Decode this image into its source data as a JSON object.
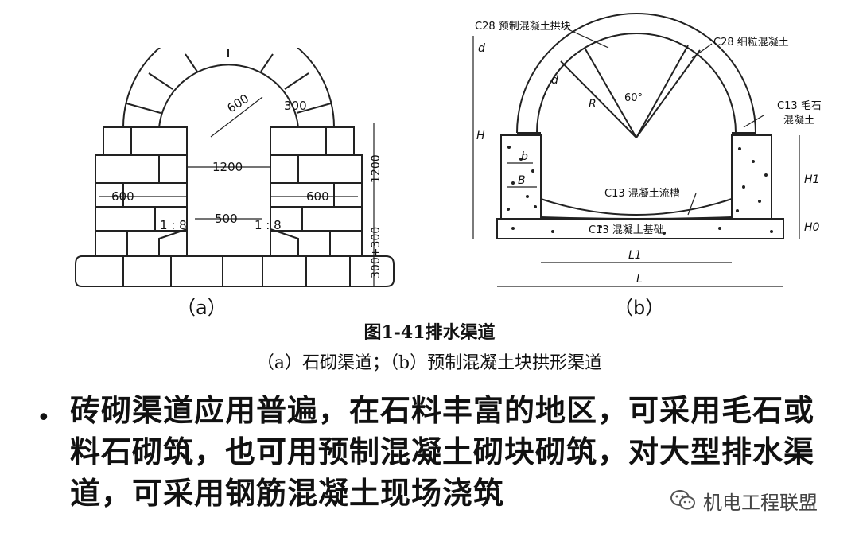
{
  "figure_a": {
    "dims": {
      "radius_600": "600",
      "arch_300": "300",
      "width_1200": "1200",
      "wall_left_600": "600",
      "wall_right_600": "600",
      "slope_left": "1 : 8",
      "slope_right": "1 : 8",
      "bottom_500": "500",
      "height_1200": "1200",
      "height_300_300": "300+300"
    },
    "sublabel": "（a）"
  },
  "figure_b": {
    "labels": {
      "top_block": "C28 预制混凝土拱块",
      "fine_concrete": "C28 细粒混凝土",
      "rubble_1": "C13 毛石",
      "rubble_2": "混凝土",
      "trough": "C13 混凝土流槽",
      "foundation": "C13 混凝土基础",
      "angle": "60°",
      "d_top": "d",
      "d_arch": "d",
      "R": "R",
      "H": "H",
      "H1": "H1",
      "H0": "H0",
      "b": "b",
      "B": "B",
      "L1": "L1",
      "L": "L"
    },
    "sublabel": "（b）"
  },
  "caption": {
    "title": "图1-41排水渠道",
    "subtitle": "（a）石砌渠道；（b）预制混凝土块拱形渠道"
  },
  "bullet": {
    "marker": "•",
    "text": "砖砌渠道应用普遍，在石料丰富的地区，可采用毛石或料石砌筑，也可用预制混凝土砌块砌筑，对大型排水渠道，可采用钢筋混凝土现场浇筑"
  },
  "watermark": {
    "icon": "wechat-icon",
    "text": "机电工程联盟"
  }
}
